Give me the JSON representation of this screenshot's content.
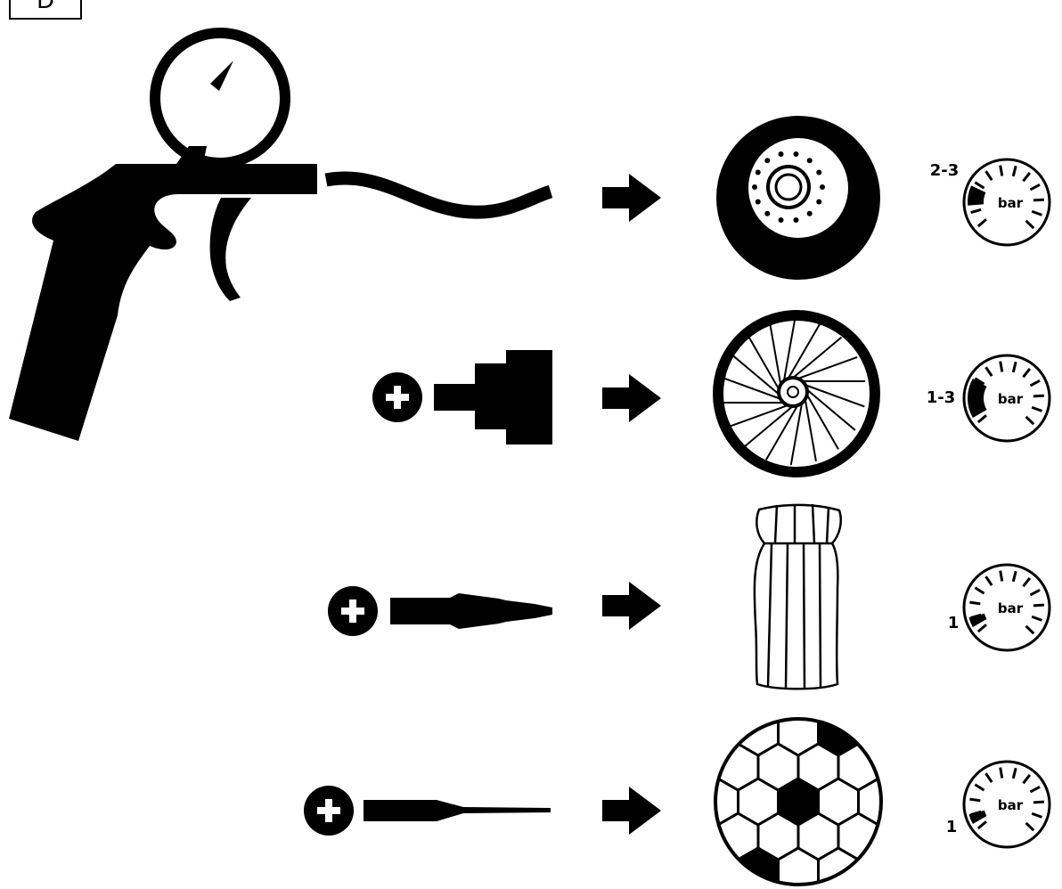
{
  "figure": {
    "label": "D"
  },
  "colors": {
    "ink": "#000000",
    "paper": "#ffffff"
  },
  "rows": [
    {
      "adapter_icon": "none",
      "object_icon": "car-wheel-icon",
      "pressure_label": "2-3",
      "unit": "bar",
      "pressure_position": "top-left"
    },
    {
      "adapter_icon": "stepped-valve-adapter-icon",
      "object_icon": "spoked-bicycle-wheel-icon",
      "pressure_label": "1-3",
      "unit": "bar",
      "pressure_position": "left"
    },
    {
      "adapter_icon": "tapered-nozzle-adapter-icon",
      "object_icon": "air-mattress-icon",
      "pressure_label": "1",
      "unit": "bar",
      "pressure_position": "bottom-left"
    },
    {
      "adapter_icon": "needle-adapter-icon",
      "object_icon": "soccer-ball-icon",
      "pressure_label": "1",
      "unit": "bar",
      "pressure_position": "bottom-left"
    }
  ]
}
